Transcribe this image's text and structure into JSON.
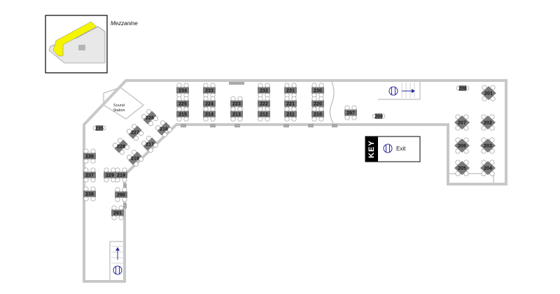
{
  "inset": {
    "label": "Mezzanine",
    "highlight_color": "#f5f500"
  },
  "sound_station": {
    "line1": "Sound",
    "line2": "Station"
  },
  "key": {
    "title": "KEY",
    "exit_label": "Exit"
  },
  "colors": {
    "wall": "#c8c8c8",
    "table": "#7a7a7a",
    "chair": "#ffffff",
    "exit_accent": "#2a2a9e"
  },
  "tables": [
    {
      "id": "234",
      "style": "rect"
    },
    {
      "id": "233",
      "style": "rect"
    },
    {
      "id": "232",
      "style": "rect"
    },
    {
      "id": "231",
      "style": "rect"
    },
    {
      "id": "230",
      "style": "rect"
    },
    {
      "id": "225",
      "style": "rect"
    },
    {
      "id": "224",
      "style": "rect"
    },
    {
      "id": "223",
      "style": "rect"
    },
    {
      "id": "222",
      "style": "rect"
    },
    {
      "id": "221",
      "style": "rect"
    },
    {
      "id": "220",
      "style": "rect"
    },
    {
      "id": "215",
      "style": "rect"
    },
    {
      "id": "214",
      "style": "rect"
    },
    {
      "id": "213",
      "style": "rect"
    },
    {
      "id": "212",
      "style": "rect"
    },
    {
      "id": "211",
      "style": "rect"
    },
    {
      "id": "210",
      "style": "rect"
    },
    {
      "id": "297",
      "style": "rect"
    },
    {
      "id": "209",
      "style": "small"
    },
    {
      "id": "208",
      "style": "small"
    },
    {
      "id": "201",
      "style": "diamond"
    },
    {
      "id": "207",
      "style": "diamond"
    },
    {
      "id": "202",
      "style": "diamond"
    },
    {
      "id": "206",
      "style": "diamond"
    },
    {
      "id": "203",
      "style": "diamond"
    },
    {
      "id": "205",
      "style": "diamond"
    },
    {
      "id": "204",
      "style": "diamond"
    },
    {
      "id": "226",
      "style": "rot"
    },
    {
      "id": "216",
      "style": "rot"
    },
    {
      "id": "227",
      "style": "rot"
    },
    {
      "id": "217",
      "style": "rot"
    },
    {
      "id": "228",
      "style": "rot"
    },
    {
      "id": "218",
      "style": "rot"
    },
    {
      "id": "235",
      "style": "small"
    },
    {
      "id": "236",
      "style": "rect"
    },
    {
      "id": "237",
      "style": "rect"
    },
    {
      "id": "238",
      "style": "rect"
    },
    {
      "id": "229",
      "style": "rect"
    },
    {
      "id": "219",
      "style": "rect"
    },
    {
      "id": "290",
      "style": "rect"
    },
    {
      "id": "291",
      "style": "rect"
    }
  ]
}
